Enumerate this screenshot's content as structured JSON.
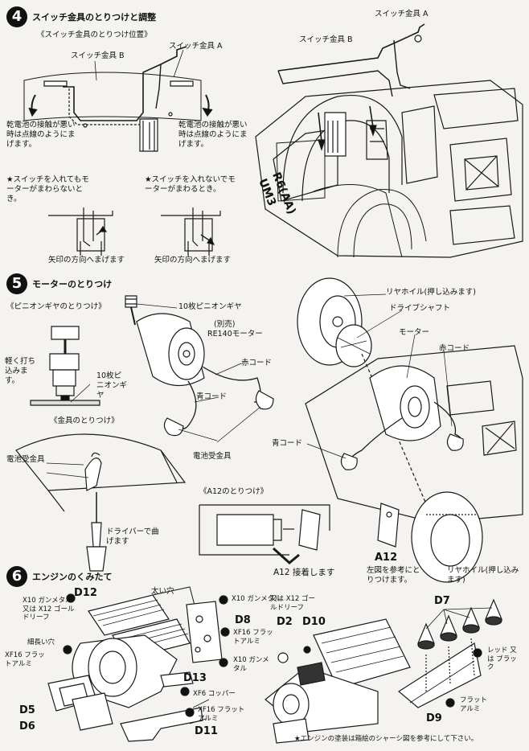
{
  "step4": {
    "number": "4",
    "title": "スイッチ金具のとりつけと調整",
    "position_heading": "《スイッチ金具のとりつけ位置》",
    "label_switch_b_left": "スイッチ金具 B",
    "label_switch_a_left": "スイッチ金具 A",
    "battery_note_left": "乾電池の接触が悪い時は点線のようにまげます。",
    "battery_note_right": "乾電池の接触が悪い時は点線のようにまげます。",
    "case_on": "★スイッチを入れてもモーターがまわらないとき。",
    "case_off": "★スイッチを入れないでモーターがまわるとき。",
    "bend_left": "矢印の方向へまげます",
    "bend_right": "矢印の方向へまげます",
    "label_switch_a_right": "スイッチ金具 A",
    "label_switch_b_right": "スイッチ金具 B",
    "battery_text": "R6(AA)",
    "battery_text2": "UM3"
  },
  "step5": {
    "number": "5",
    "title": "モーターのとりつけ",
    "pinion_heading": "《ピニオンギヤのとりつけ》",
    "tap_text": "軽く打ち込みます。",
    "pinion_10": "10枚ピニオンギヤ",
    "pinion_label": "10枚ピニオンギヤ",
    "separate": "(別売)",
    "motor_model": "RE140モーター",
    "red_cord": "赤コード",
    "blue_cord": "青コード",
    "battery_bracket": "電池受金具",
    "bracket_heading": "《金具のとりつけ》",
    "battery_bracket_left": "電池受金具",
    "screwdriver": "ドライバーで曲げます",
    "a12_heading": "《A12のとりつけ》",
    "a12_glue": "A12 接着します",
    "rear_wheel_top": "リヤホイル(押し込みます)",
    "drive_shaft": "ドライブシャフト",
    "motor": "モーター",
    "red_cord_right": "赤コード",
    "blue_cord_right": "青コード",
    "a12_part": "A12",
    "a12_refer": "左図を参考にとりつけます。",
    "rear_wheel_bottom": "リヤホイル(押し込みます)"
  },
  "step6": {
    "number": "6",
    "title": "エンジンのくみたて",
    "d12": "D12",
    "futoi_ana": "太い穴",
    "x10_gun_left": "X10 ガンメタル 又は X12 ゴールドリーフ",
    "hosonagai": "細長い穴",
    "xf16_left": "XF16 フラットアルミ",
    "d5": "D5",
    "d6": "D6",
    "x10_top": "X10 ガンメタル",
    "x12_top": "又は X12 ゴールドリーフ",
    "d8": "D8",
    "xf16_mid": "XF16 フラットアルミ",
    "x10_mid": "X10 ガンメタル",
    "d13": "D13",
    "xf6": "XF6 コッパー",
    "xf16_bottom": "XF16 フラットアルミ",
    "d11": "D11",
    "d2": "D2",
    "d10": "D10",
    "d7": "D7",
    "red_black": "レッド 又は ブラック",
    "flat_alu": "フラット アルミ",
    "d9": "D9",
    "footnote": "★エンジンの塗装は箱絵のシャーシ図を参考にして下さい。"
  }
}
